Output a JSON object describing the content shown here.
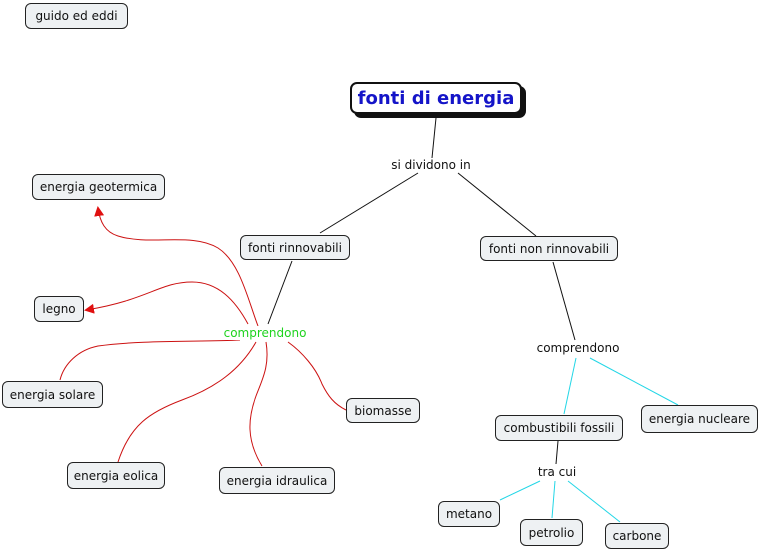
{
  "author": "guido ed eddi",
  "title": "fonti di energia",
  "links": {
    "divide": "si dividono in",
    "comprende_rinnovabili": "comprendono",
    "comprende_non_rinnovabili": "comprendono",
    "tra_cui": "tra cui"
  },
  "nodes": {
    "rinnovabili": "fonti rinnovabili",
    "non_rinnovabili": "fonti non rinnovabili",
    "geotermica": "energia geotermica",
    "legno": "legno",
    "solare": "energia solare",
    "eolica": "energia eolica",
    "idraulica": "energia idraulica",
    "biomasse": "biomasse",
    "combustibili": "combustibili fossili",
    "nucleare": "energia nucleare",
    "metano": "metano",
    "petrolio": "petrolio",
    "carbone": "carbone"
  },
  "colors": {
    "title_text": "#1414c8",
    "green_link": "#1fd31f",
    "red_connector": "#cc1111",
    "cyan_connector": "#22d6e6",
    "node_fill": "#eef1f3"
  }
}
